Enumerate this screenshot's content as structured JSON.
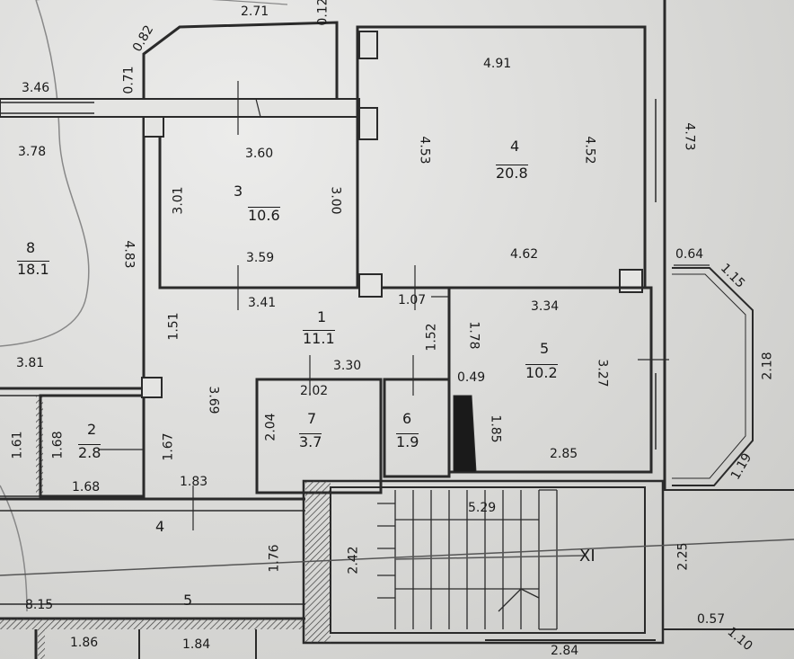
{
  "colors": {
    "wall": "#2a2a2a",
    "paper": "#e4e4e2",
    "hatch": "#3a3a3a"
  },
  "rooms": {
    "r1": {
      "num": "1",
      "area": "11.1"
    },
    "r2": {
      "num": "2",
      "area": "2.8"
    },
    "r3": {
      "num": "3",
      "area": "10.6"
    },
    "r4": {
      "num": "4",
      "area": "20.8"
    },
    "r5": {
      "num": "5",
      "area": "10.2"
    },
    "r6": {
      "num": "6",
      "area": "1.9"
    },
    "r7": {
      "num": "7",
      "area": "3.7"
    },
    "r8": {
      "num": "8",
      "area": "18.1"
    },
    "corr4": "4",
    "corr5": "5",
    "stair": "XI"
  },
  "dims": {
    "d271": "2.71",
    "d012": "0.12",
    "d082": "0.82",
    "d071": "0.71",
    "d346": "3.46",
    "d378": "3.78",
    "d491": "4.91",
    "d453": "4.53",
    "d452": "4.52",
    "d473": "4.73",
    "d360": "3.60",
    "d301": "3.01",
    "d300": "3.00",
    "d483": "4.83",
    "d359": "3.59",
    "d462": "4.62",
    "d064": "0.64",
    "d115": "1.15",
    "d341": "3.41",
    "d107": "1.07",
    "d334": "3.34",
    "d151": "1.51",
    "d152": "1.52",
    "d178a": "1.78",
    "d218": "2.18",
    "d381": "3.81",
    "d330": "3.30",
    "d049": "0.49",
    "d327": "3.27",
    "d202": "2.02",
    "d369": "3.69",
    "d204": "2.04",
    "d185": "1.85",
    "d161": "1.61",
    "d168v": "1.68",
    "d167": "1.67",
    "d285": "2.85",
    "d119": "1.19",
    "d168h": "1.68",
    "d183": "1.83",
    "d529": "5.29",
    "d242": "2.42",
    "d176": "1.76",
    "d225": "2.25",
    "d815": "8.15",
    "d057": "0.57",
    "d186": "1.86",
    "d184": "1.84",
    "d284": "2.84",
    "d110": "1.10"
  }
}
